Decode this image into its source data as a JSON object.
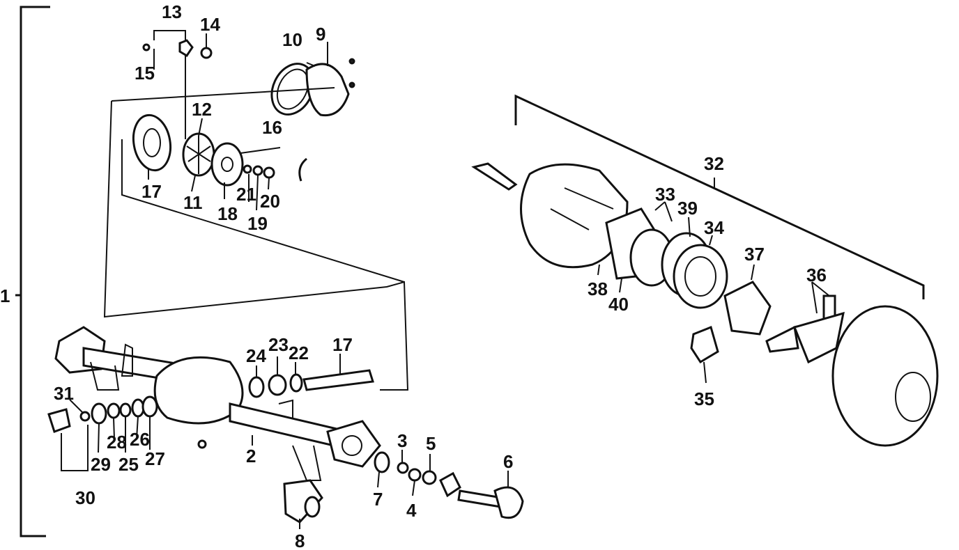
{
  "diagram": {
    "callouts": {
      "c1": "1",
      "c2": "2",
      "c3": "3",
      "c4": "4",
      "c5": "5",
      "c6": "6",
      "c7": "7",
      "c8": "8",
      "c9": "9",
      "c10": "10",
      "c11": "11",
      "c12": "12",
      "c13": "13",
      "c14": "14",
      "c15": "15",
      "c16": "16",
      "c17a": "17",
      "c17b": "17",
      "c18": "18",
      "c19": "19",
      "c20": "20",
      "c21": "21",
      "c22": "22",
      "c23": "23",
      "c24": "24",
      "c25": "25",
      "c26": "26",
      "c27": "27",
      "c28": "28",
      "c29": "29",
      "c30": "30",
      "c31": "31",
      "c32": "32",
      "c33": "33",
      "c34": "34",
      "c35": "35",
      "c36": "36",
      "c37": "37",
      "c38": "38",
      "c39": "39",
      "c40": "40"
    }
  }
}
